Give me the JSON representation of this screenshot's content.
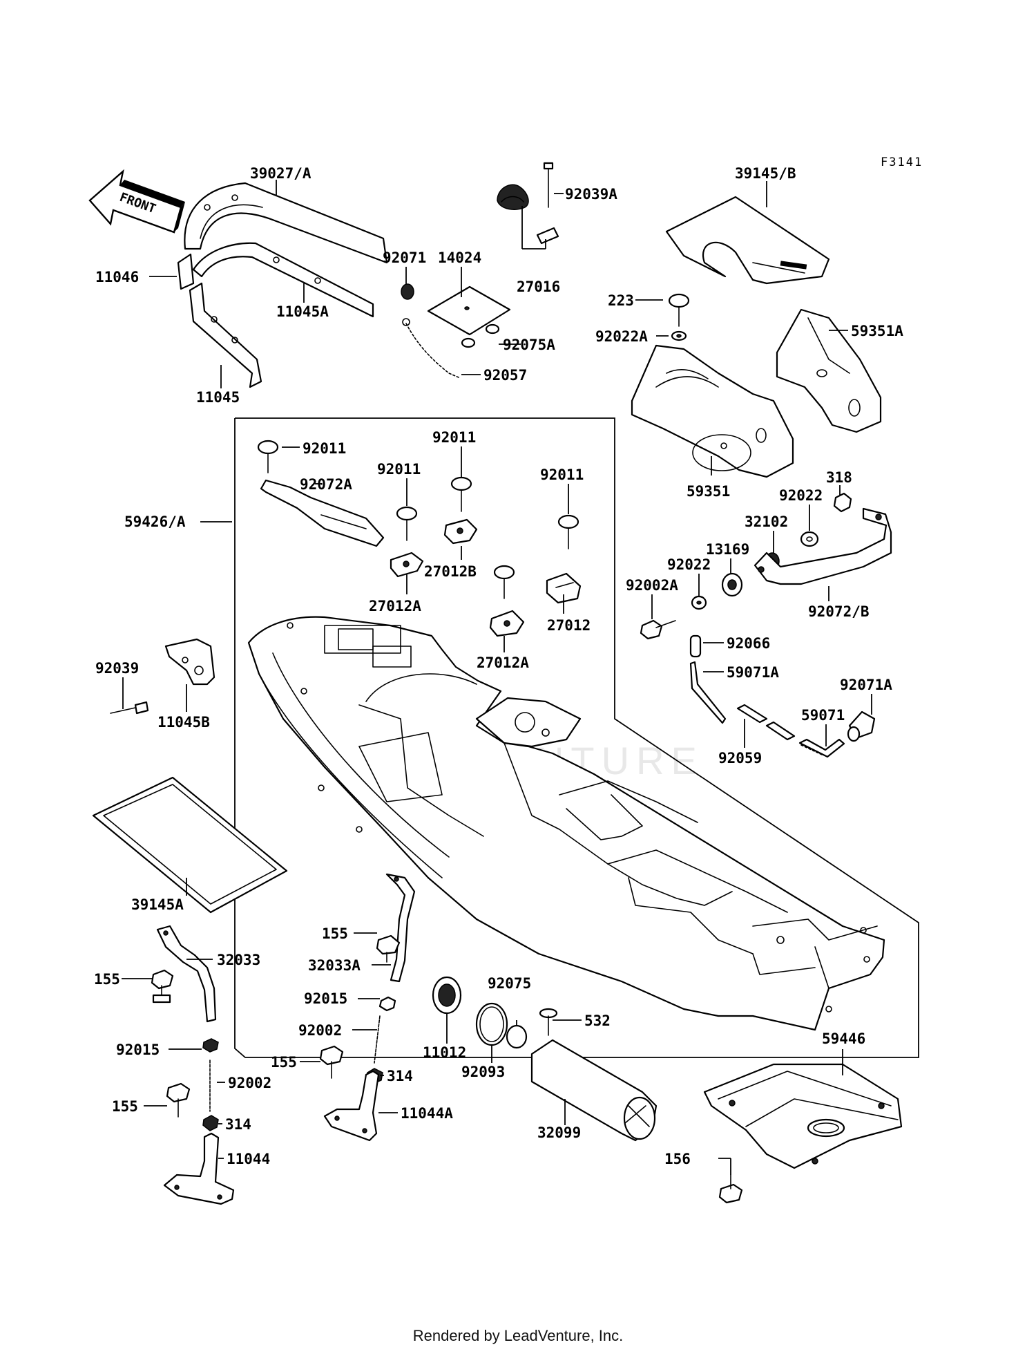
{
  "figure_code": "F3141",
  "front_marker": "FRONT",
  "watermark": "LEADVENTURE",
  "footer": "Rendered by LeadVenture, Inc.",
  "labels": {
    "p39027A": "39027/A",
    "p11046": "11046",
    "p11045A": "11045A",
    "p11045": "11045",
    "p92071": "92071",
    "p14024": "14024",
    "p92075A": "92075A",
    "p92057": "92057",
    "p92039A": "92039A",
    "p27016": "27016",
    "p39145B": "39145/B",
    "p223": "223",
    "p92022A": "92022A",
    "p59351A": "59351A",
    "p59351": "59351",
    "p92011a": "92011",
    "p92011b": "92011",
    "p92011c": "92011",
    "p92011d": "92011",
    "p92011e": "",
    "p92072A": "92072A",
    "p27012B": "27012B",
    "p27012A1": "27012A",
    "p27012": "27012",
    "p27012A2": "27012A",
    "p59426A": "59426/A",
    "p318": "318",
    "p92022a": "92022",
    "p32102": "32102",
    "p13169": "13169",
    "p92022b": "92022",
    "p92002A": "92002A",
    "p92072B": "92072/B",
    "p92066": "92066",
    "p59071A": "59071A",
    "p92071A": "92071A",
    "p59071": "59071",
    "p92059": "92059",
    "p92039": "92039",
    "p11045B": "11045B",
    "p39145A": "39145A",
    "p155a": "155",
    "p32033": "32033",
    "p155b": "155",
    "p32033A": "32033A",
    "p92015a": "92015",
    "p92002a": "92002",
    "p155c": "155",
    "p314a": "314",
    "p11044A": "11044A",
    "p92015b": "92015",
    "p92002b": "92002",
    "p155d": "155",
    "p314b": "314",
    "p11044": "11044",
    "p11012": "11012",
    "p92093": "92093",
    "p92075": "92075",
    "p532": "532",
    "p32099": "32099",
    "p59446": "59446",
    "p156": "156"
  }
}
